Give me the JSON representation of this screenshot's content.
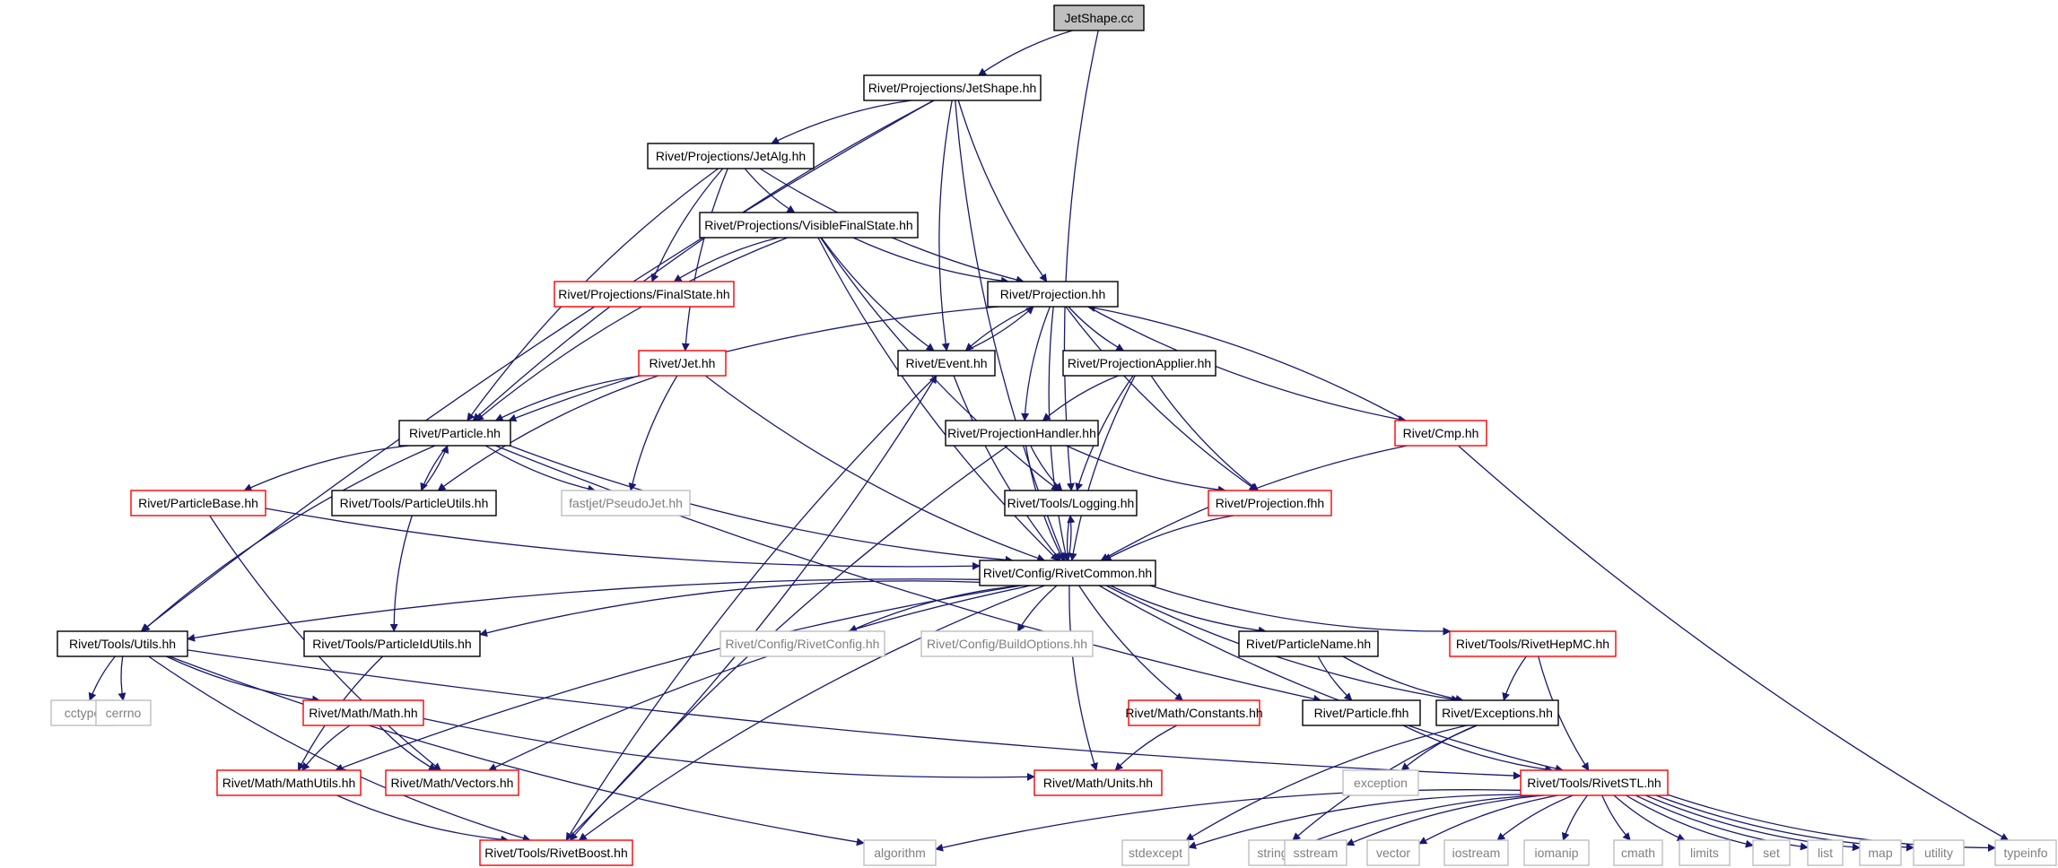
{
  "colors": {
    "edge": "#191970",
    "root_fill": "#bfbfbf",
    "normal_border": "#000000",
    "truncated_border": "#ff0000",
    "external_border": "#bfbfbf",
    "external_text": "#7f7f7f",
    "text": "#000000"
  },
  "nodes": [
    {
      "id": "jetshape_cc",
      "label": "JetShape.cc",
      "kind": "root"
    },
    {
      "id": "proj_jetshape",
      "label": "Rivet/Projections/JetShape.hh",
      "kind": "normal"
    },
    {
      "id": "proj_jetalg",
      "label": "Rivet/Projections/JetAlg.hh",
      "kind": "normal"
    },
    {
      "id": "proj_vfs",
      "label": "Rivet/Projections/VisibleFinalState.hh",
      "kind": "normal"
    },
    {
      "id": "proj_fs",
      "label": "Rivet/Projections/FinalState.hh",
      "kind": "truncated"
    },
    {
      "id": "projection",
      "label": "Rivet/Projection.hh",
      "kind": "normal"
    },
    {
      "id": "jet",
      "label": "Rivet/Jet.hh",
      "kind": "truncated"
    },
    {
      "id": "event",
      "label": "Rivet/Event.hh",
      "kind": "normal"
    },
    {
      "id": "proj_applier",
      "label": "Rivet/ProjectionApplier.hh",
      "kind": "normal"
    },
    {
      "id": "cmp",
      "label": "Rivet/Cmp.hh",
      "kind": "truncated"
    },
    {
      "id": "particle",
      "label": "Rivet/Particle.hh",
      "kind": "normal"
    },
    {
      "id": "proj_handler",
      "label": "Rivet/ProjectionHandler.hh",
      "kind": "normal"
    },
    {
      "id": "particlebase",
      "label": "Rivet/ParticleBase.hh",
      "kind": "truncated"
    },
    {
      "id": "particleutils",
      "label": "Rivet/Tools/ParticleUtils.hh",
      "kind": "normal"
    },
    {
      "id": "pseudojet",
      "label": "fastjet/PseudoJet.hh",
      "kind": "external"
    },
    {
      "id": "logging",
      "label": "Rivet/Tools/Logging.hh",
      "kind": "normal"
    },
    {
      "id": "projection_fhh",
      "label": "Rivet/Projection.fhh",
      "kind": "truncated"
    },
    {
      "id": "rivetcommon",
      "label": "Rivet/Config/RivetCommon.hh",
      "kind": "normal"
    },
    {
      "id": "utils",
      "label": "Rivet/Tools/Utils.hh",
      "kind": "normal"
    },
    {
      "id": "particleidutils",
      "label": "Rivet/Tools/ParticleIdUtils.hh",
      "kind": "normal"
    },
    {
      "id": "rivetconfig",
      "label": "Rivet/Config/RivetConfig.hh",
      "kind": "external"
    },
    {
      "id": "buildoptions",
      "label": "Rivet/Config/BuildOptions.hh",
      "kind": "external"
    },
    {
      "id": "particlename",
      "label": "Rivet/ParticleName.hh",
      "kind": "normal"
    },
    {
      "id": "rivethepmc",
      "label": "Rivet/Tools/RivetHepMC.hh",
      "kind": "truncated"
    },
    {
      "id": "cctype",
      "label": "cctype",
      "kind": "external"
    },
    {
      "id": "cerrno",
      "label": "cerrno",
      "kind": "external"
    },
    {
      "id": "math",
      "label": "Rivet/Math/Math.hh",
      "kind": "truncated"
    },
    {
      "id": "constants",
      "label": "Rivet/Math/Constants.hh",
      "kind": "truncated"
    },
    {
      "id": "particle_fhh",
      "label": "Rivet/Particle.fhh",
      "kind": "normal"
    },
    {
      "id": "exceptions",
      "label": "Rivet/Exceptions.hh",
      "kind": "normal"
    },
    {
      "id": "mathutils",
      "label": "Rivet/Math/MathUtils.hh",
      "kind": "truncated"
    },
    {
      "id": "vectors",
      "label": "Rivet/Math/Vectors.hh",
      "kind": "truncated"
    },
    {
      "id": "units",
      "label": "Rivet/Math/Units.hh",
      "kind": "truncated"
    },
    {
      "id": "exception",
      "label": "exception",
      "kind": "external"
    },
    {
      "id": "rivetstl",
      "label": "Rivet/Tools/RivetSTL.hh",
      "kind": "truncated"
    },
    {
      "id": "rivetboost",
      "label": "Rivet/Tools/RivetBoost.hh",
      "kind": "truncated"
    },
    {
      "id": "algorithm",
      "label": "algorithm",
      "kind": "external"
    },
    {
      "id": "stdexcept",
      "label": "stdexcept",
      "kind": "external"
    },
    {
      "id": "string",
      "label": "string",
      "kind": "external"
    },
    {
      "id": "sstream",
      "label": "sstream",
      "kind": "external"
    },
    {
      "id": "vector",
      "label": "vector",
      "kind": "external"
    },
    {
      "id": "iostream",
      "label": "iostream",
      "kind": "external"
    },
    {
      "id": "iomanip",
      "label": "iomanip",
      "kind": "external"
    },
    {
      "id": "cmath",
      "label": "cmath",
      "kind": "external"
    },
    {
      "id": "limits",
      "label": "limits",
      "kind": "external"
    },
    {
      "id": "set",
      "label": "set",
      "kind": "external"
    },
    {
      "id": "list",
      "label": "list",
      "kind": "external"
    },
    {
      "id": "map",
      "label": "map",
      "kind": "external"
    },
    {
      "id": "utility",
      "label": "utility",
      "kind": "external"
    },
    {
      "id": "typeinfo",
      "label": "typeinfo",
      "kind": "external"
    }
  ],
  "edges": [
    [
      "jetshape_cc",
      "proj_jetshape"
    ],
    [
      "jetshape_cc",
      "logging"
    ],
    [
      "proj_jetshape",
      "proj_jetalg"
    ],
    [
      "proj_jetshape",
      "event"
    ],
    [
      "proj_jetshape",
      "projection"
    ],
    [
      "proj_jetshape",
      "particle"
    ],
    [
      "proj_jetshape",
      "utils"
    ],
    [
      "proj_jetshape",
      "rivetcommon"
    ],
    [
      "proj_jetalg",
      "proj_vfs"
    ],
    [
      "proj_jetalg",
      "proj_fs"
    ],
    [
      "proj_jetalg",
      "jet"
    ],
    [
      "proj_jetalg",
      "particle"
    ],
    [
      "proj_jetalg",
      "projection"
    ],
    [
      "proj_vfs",
      "proj_fs"
    ],
    [
      "proj_vfs",
      "projection"
    ],
    [
      "proj_vfs",
      "event"
    ],
    [
      "proj_vfs",
      "particle"
    ],
    [
      "proj_vfs",
      "logging"
    ],
    [
      "proj_vfs",
      "rivetcommon"
    ],
    [
      "projection",
      "proj_applier"
    ],
    [
      "projection",
      "event"
    ],
    [
      "projection",
      "proj_handler"
    ],
    [
      "projection",
      "projection_fhh"
    ],
    [
      "projection",
      "cmp"
    ],
    [
      "projection",
      "particle"
    ],
    [
      "projection",
      "rivetcommon"
    ],
    [
      "event",
      "projection"
    ],
    [
      "event",
      "rivetcommon"
    ],
    [
      "event",
      "rivetboost"
    ],
    [
      "jet",
      "particle"
    ],
    [
      "jet",
      "pseudojet"
    ],
    [
      "jet",
      "particleutils"
    ],
    [
      "jet",
      "rivetcommon"
    ],
    [
      "proj_applier",
      "proj_handler"
    ],
    [
      "proj_applier",
      "logging"
    ],
    [
      "proj_applier",
      "projection_fhh"
    ],
    [
      "proj_applier",
      "rivetcommon"
    ],
    [
      "cmp",
      "projection"
    ],
    [
      "cmp",
      "rivetcommon"
    ],
    [
      "cmp",
      "typeinfo"
    ],
    [
      "particle",
      "particlebase"
    ],
    [
      "particle",
      "particleutils"
    ],
    [
      "particle",
      "pseudojet"
    ],
    [
      "particle",
      "utils"
    ],
    [
      "particle",
      "rivetcommon"
    ],
    [
      "particle",
      "particle_fhh"
    ],
    [
      "particleutils",
      "particle"
    ],
    [
      "particleutils",
      "particleidutils"
    ],
    [
      "proj_handler",
      "logging"
    ],
    [
      "proj_handler",
      "projection_fhh"
    ],
    [
      "proj_handler",
      "rivetcommon"
    ],
    [
      "proj_handler",
      "rivetboost"
    ],
    [
      "particlebase",
      "rivetcommon"
    ],
    [
      "particlebase",
      "vectors"
    ],
    [
      "logging",
      "rivetcommon"
    ],
    [
      "rivetcommon",
      "logging"
    ],
    [
      "projection_fhh",
      "rivetcommon"
    ],
    [
      "rivetcommon",
      "utils"
    ],
    [
      "rivetcommon",
      "particleidutils"
    ],
    [
      "rivetcommon",
      "rivetconfig"
    ],
    [
      "rivetcommon",
      "buildoptions"
    ],
    [
      "rivetcommon",
      "particlename"
    ],
    [
      "rivetcommon",
      "rivethepmc"
    ],
    [
      "rivetcommon",
      "exceptions"
    ],
    [
      "rivetcommon",
      "rivetstl"
    ],
    [
      "rivetcommon",
      "constants"
    ],
    [
      "rivetcommon",
      "units"
    ],
    [
      "rivetcommon",
      "vectors"
    ],
    [
      "rivetcommon",
      "mathutils"
    ],
    [
      "rivetcommon",
      "rivetboost"
    ],
    [
      "utils",
      "cctype"
    ],
    [
      "utils",
      "cerrno"
    ],
    [
      "utils",
      "math"
    ],
    [
      "utils",
      "rivetstl"
    ],
    [
      "utils",
      "rivetboost"
    ],
    [
      "utils",
      "algorithm"
    ],
    [
      "particleidutils",
      "mathutils"
    ],
    [
      "particlename",
      "particle_fhh"
    ],
    [
      "particlename",
      "exceptions"
    ],
    [
      "rivethepmc",
      "exceptions"
    ],
    [
      "rivethepmc",
      "rivetstl"
    ],
    [
      "math",
      "mathutils"
    ],
    [
      "math",
      "vectors"
    ],
    [
      "math",
      "units"
    ],
    [
      "constants",
      "units"
    ],
    [
      "particle_fhh",
      "rivetstl"
    ],
    [
      "exceptions",
      "exception"
    ],
    [
      "exceptions",
      "stdexcept"
    ],
    [
      "exceptions",
      "string"
    ],
    [
      "mathutils",
      "rivetboost"
    ],
    [
      "rivetboost",
      "event"
    ],
    [
      "rivetstl",
      "algorithm"
    ],
    [
      "rivetstl",
      "stdexcept"
    ],
    [
      "rivetstl",
      "string"
    ],
    [
      "rivetstl",
      "sstream"
    ],
    [
      "rivetstl",
      "vector"
    ],
    [
      "rivetstl",
      "iostream"
    ],
    [
      "rivetstl",
      "iomanip"
    ],
    [
      "rivetstl",
      "cmath"
    ],
    [
      "rivetstl",
      "limits"
    ],
    [
      "rivetstl",
      "set"
    ],
    [
      "rivetstl",
      "list"
    ],
    [
      "rivetstl",
      "map"
    ],
    [
      "rivetstl",
      "utility"
    ],
    [
      "rivetstl",
      "typeinfo"
    ]
  ]
}
